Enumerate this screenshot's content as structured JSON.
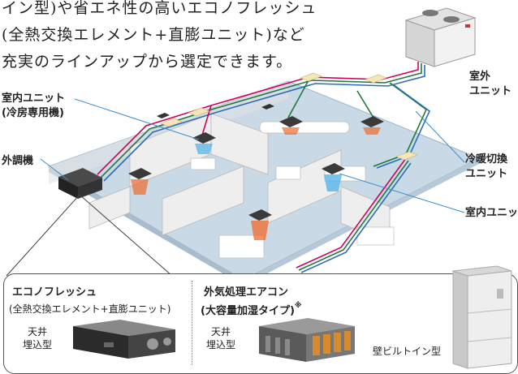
{
  "intro": {
    "line1": "イン型)や省エネ性の高いエコノフレッシュ",
    "line2": "(全熱交換エレメント+直膨ユニット)など",
    "line3": "充実のラインアップから選定できます。"
  },
  "labels": {
    "outdoor_unit_1": "室外",
    "outdoor_unit_2": "ユニット",
    "indoor_cooling_1": "室内ユニット",
    "indoor_cooling_2": "(冷房専用機)",
    "outdoor_air_unit": "外調機",
    "switch_unit_1": "冷暖切換",
    "switch_unit_2": "ユニット",
    "indoor_unit": "室内ユニット"
  },
  "panel": {
    "econo_title": "エコノフレッシュ",
    "econo_sub": "(全熱交換エレメント+直膨ユニット)",
    "econo_type_1": "天井",
    "econo_type_2": "埋込型",
    "oa_title": "外気処理エアコン",
    "oa_sub": "(大容量加湿タイプ)",
    "oa_sup": "※",
    "oa_type_1": "天井",
    "oa_type_2": "埋込型",
    "wall_type": "壁ビルトイン型"
  },
  "colors": {
    "floor": "#c9d9e6",
    "wall": "#ececec",
    "pipe_red": "#d2005c",
    "pipe_green": "#1f7a3c",
    "pipe_blue": "#2d6cb8",
    "hot": "#f06a2a",
    "cold": "#4ab0e8"
  }
}
